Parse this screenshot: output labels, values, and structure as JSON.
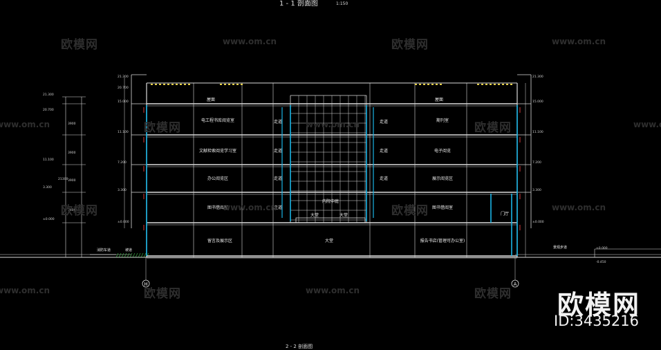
{
  "drawing": {
    "title_top": "1 - 1 剖面图",
    "scale_top": "1:150",
    "title_bottom": "2 - 2 剖面图"
  },
  "grid_axes": {
    "left": "H",
    "right": "A"
  },
  "rooms": {
    "roof_left": "屋面",
    "roof_right": "屋面",
    "f4_left": "电工程书库阅览室",
    "f4_right": "期刊室",
    "f3_left": "文献检索阅览学习室",
    "f3_right": "电子阅览",
    "f2_left": "办公阅览区",
    "f2_right": "展示阅览区",
    "f1_left": "图书借阅室",
    "f1_right": "图书借阅室",
    "corridor": "走道",
    "atrium": "内院中庭",
    "lobby": "大堂",
    "g_left": "留言及展示区",
    "g_right": "报告书店(管理可办公室)",
    "hall": "大堂",
    "entrance": "门厅",
    "ext_left": "消防车道",
    "ext_right": "景观步道",
    "ramp_left": "坡道"
  },
  "dims": {
    "elev_top": "21.300",
    "elev_roof": "20.700",
    "elev_4": "15.000",
    "elev_3": "11.100",
    "elev_2": "7.200",
    "elev_1": "3.300",
    "elev_0": "±0.000",
    "elev_neg": "-0.450",
    "total": "21300",
    "seg": "3900"
  },
  "watermarks": {
    "cn": "欧模网",
    "url": "www.om.cn",
    "logo": "欧模网",
    "id": "ID:3435216"
  },
  "colors": {
    "line": "#dcdcdc",
    "cyan": "#19b5e6",
    "yellow": "#e8d24a",
    "green": "#3fbf4a",
    "red": "#d43a3a"
  }
}
